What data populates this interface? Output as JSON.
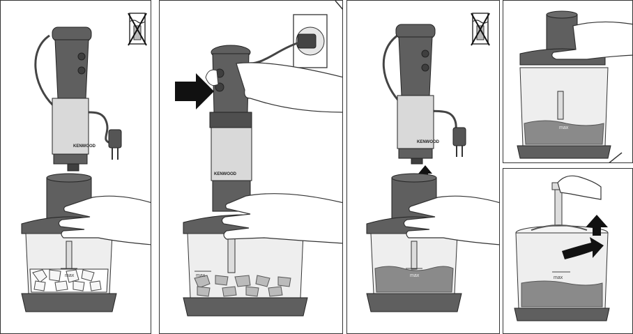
{
  "brand_label": "KENWOOD",
  "max_label": "max",
  "colors": {
    "body_dark": "#5f5f5f",
    "body_darker": "#3f3f3f",
    "steel": "#d9d9d9",
    "bowl": "#eeeeee",
    "food": "#8a8a8a",
    "arrow": "#111111",
    "outline": "#333333"
  },
  "icons": [
    "no-water-immersion-icon",
    "power-socket-icon",
    "push-arrow-icon",
    "twist-arrow-icon",
    "lift-arrow-icon"
  ],
  "panels": [
    {
      "id": "attach-motor-unit",
      "steps": "twist motor unit onto chopper lid"
    },
    {
      "id": "plug-in-and-press",
      "steps": "plug in, hold and press button"
    },
    {
      "id": "detach-motor-unit",
      "steps": "twist and lift motor unit off"
    },
    {
      "id": "remove-lid",
      "steps": "lift lid off bowl"
    },
    {
      "id": "remove-blade",
      "steps": "twist and lift blade out"
    }
  ]
}
